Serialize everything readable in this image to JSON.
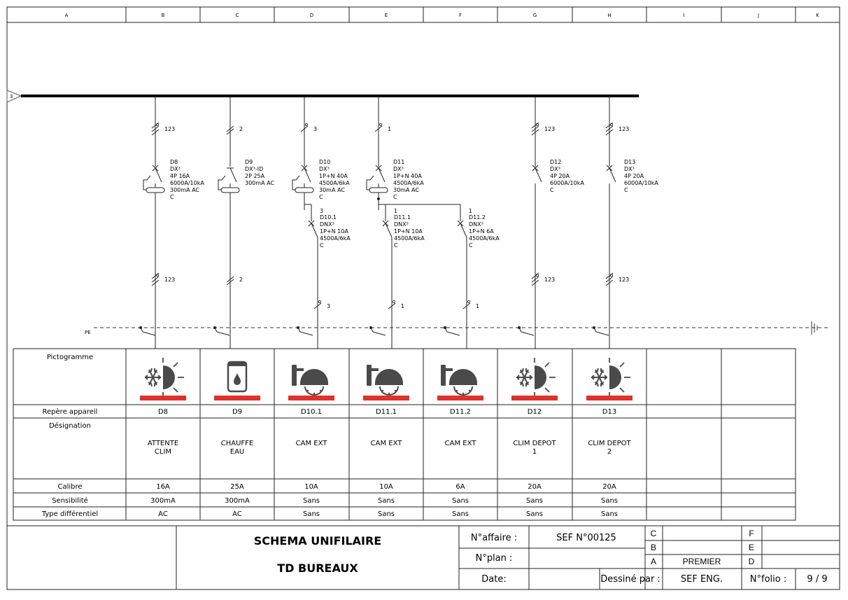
{
  "grid_columns": [
    "A",
    "B",
    "C",
    "D",
    "E",
    "F",
    "G",
    "H",
    "I",
    "J",
    "K"
  ],
  "busbar_label": "3",
  "pe_label": "PE",
  "feeders": [
    {
      "id": "D8",
      "top_cable": "123",
      "bottom_cable": "123",
      "breaker_lines": [
        "D8",
        "DX³",
        "4P 16A",
        "6000A/10kA",
        "300mA AC",
        "C"
      ],
      "has_rcd": true,
      "icon": "clim-icon",
      "repere": "D8",
      "designation": [
        "ATTENTE",
        "CLIM"
      ],
      "calibre": "16A",
      "sensibilite": "300mA",
      "type_diff": "AC"
    },
    {
      "id": "D9",
      "top_cable": "2",
      "bottom_cable": "2",
      "breaker_lines": [
        "D9",
        "DX³-ID",
        "2P 25A",
        "300mA AC"
      ],
      "has_rcd": true,
      "icon": "water-heater-icon",
      "repere": "D9",
      "designation": [
        "CHAUFFE",
        "EAU"
      ],
      "calibre": "25A",
      "sensibilite": "300mA",
      "type_diff": "AC"
    },
    {
      "id": "D10",
      "top_cable": "3",
      "breaker_lines": [
        "D10",
        "DX³",
        "1P+N 40A",
        "4500A/6kA",
        "30mA AC",
        "C"
      ],
      "has_rcd": true
    },
    {
      "id": "D11",
      "top_cable": "1",
      "breaker_lines": [
        "D11",
        "DX³",
        "1P+N 40A",
        "4500A/6kA",
        "30mA AC",
        "C"
      ],
      "has_rcd": true
    },
    {
      "id": "D12",
      "top_cable": "123",
      "bottom_cable": "123",
      "breaker_lines": [
        "D12",
        "DX³",
        "4P 20A",
        "6000A/10kA",
        "C"
      ],
      "has_rcd": false,
      "icon": "clim-icon",
      "repere": "D12",
      "designation": [
        "CLIM DEPOT",
        "1"
      ],
      "calibre": "20A",
      "sensibilite": "Sans",
      "type_diff": "Sans"
    },
    {
      "id": "D13",
      "top_cable": "123",
      "bottom_cable": "123",
      "breaker_lines": [
        "D13",
        "DX³",
        "4P 20A",
        "6000A/10kA",
        "C"
      ],
      "has_rcd": false,
      "icon": "clim-icon",
      "repere": "D13",
      "designation": [
        "CLIM DEPOT",
        "2"
      ],
      "calibre": "20A",
      "sensibilite": "Sans",
      "type_diff": "Sans"
    }
  ],
  "sub_feeders": [
    {
      "id": "D10.1",
      "upper_cable": "3",
      "bottom_cable": "3",
      "breaker_lines": [
        "D10.1",
        "DNX³",
        "1P+N 10A",
        "4500A/6kA",
        "C"
      ],
      "icon": "camera-icon",
      "repere": "D10.1",
      "designation": [
        "CAM EXT"
      ],
      "calibre": "10A",
      "sensibilite": "Sans",
      "type_diff": "Sans"
    },
    {
      "id": "D11.1",
      "upper_cable": "1",
      "bottom_cable": "1",
      "breaker_lines": [
        "D11.1",
        "DNX³",
        "1P+N 10A",
        "4500A/6kA",
        "C"
      ],
      "icon": "camera-icon",
      "repere": "D11.1",
      "designation": [
        "CAM EXT"
      ],
      "calibre": "10A",
      "sensibilite": "Sans",
      "type_diff": "Sans"
    },
    {
      "id": "D11.2",
      "upper_cable": "1",
      "bottom_cable": "1",
      "breaker_lines": [
        "D11.2",
        "DNX³",
        "1P+N 6A",
        "4500A/6kA",
        "C"
      ],
      "icon": "camera-icon",
      "repere": "D11.2",
      "designation": [
        "CAM EXT"
      ],
      "calibre": "6A",
      "sensibilite": "Sans",
      "type_diff": "Sans"
    }
  ],
  "table": {
    "row_labels": {
      "pictogramme": "Pictogramme",
      "repere": "Repère appareil",
      "designation": "Désignation",
      "calibre": "Calibre",
      "sensibilite": "Sensibilité",
      "type_diff": "Type différentiel"
    },
    "columns": [
      {
        "icon": "clim-icon",
        "repere": "D8",
        "designation": [
          "ATTENTE",
          "CLIM"
        ],
        "calibre": "16A",
        "sensibilite": "300mA",
        "type_diff": "AC"
      },
      {
        "icon": "water-heater-icon",
        "repere": "D9",
        "designation": [
          "CHAUFFE",
          "EAU"
        ],
        "calibre": "25A",
        "sensibilite": "300mA",
        "type_diff": "AC"
      },
      {
        "icon": "camera-icon",
        "repere": "D10.1",
        "designation": [
          "CAM EXT"
        ],
        "calibre": "10A",
        "sensibilite": "Sans",
        "type_diff": "Sans"
      },
      {
        "icon": "camera-icon",
        "repere": "D11.1",
        "designation": [
          "CAM EXT"
        ],
        "calibre": "10A",
        "sensibilite": "Sans",
        "type_diff": "Sans"
      },
      {
        "icon": "camera-icon",
        "repere": "D11.2",
        "designation": [
          "CAM EXT"
        ],
        "calibre": "6A",
        "sensibilite": "Sans",
        "type_diff": "Sans"
      },
      {
        "icon": "clim-icon",
        "repere": "D12",
        "designation": [
          "CLIM DEPOT",
          "1"
        ],
        "calibre": "20A",
        "sensibilite": "Sans",
        "type_diff": "Sans"
      },
      {
        "icon": "clim-icon",
        "repere": "D13",
        "designation": [
          "CLIM DEPOT",
          "2"
        ],
        "calibre": "20A",
        "sensibilite": "Sans",
        "type_diff": "Sans"
      }
    ],
    "accent_color": "#e0312b",
    "icon_color": "#4a4a4a"
  },
  "title_block": {
    "title": "SCHEMA UNIFILAIRE",
    "subtitle": "TD BUREAUX",
    "affaire_label": "N°affaire :",
    "affaire_value": "SEF N°00125",
    "plan_label": "N°plan :",
    "plan_value": "",
    "date_label": "Date:",
    "date_value": "",
    "dessine_label": "Dessiné par :",
    "dessine_value": "SEF ENG.",
    "folio_label": "N°folio :",
    "folio_value": "9 / 9",
    "revisions_left": [
      {
        "letter": "C",
        "text": ""
      },
      {
        "letter": "B",
        "text": ""
      },
      {
        "letter": "A",
        "text": "PREMIER"
      }
    ],
    "revisions_right": [
      {
        "letter": "F",
        "text": ""
      },
      {
        "letter": "E",
        "text": ""
      },
      {
        "letter": "D",
        "text": ""
      }
    ]
  }
}
